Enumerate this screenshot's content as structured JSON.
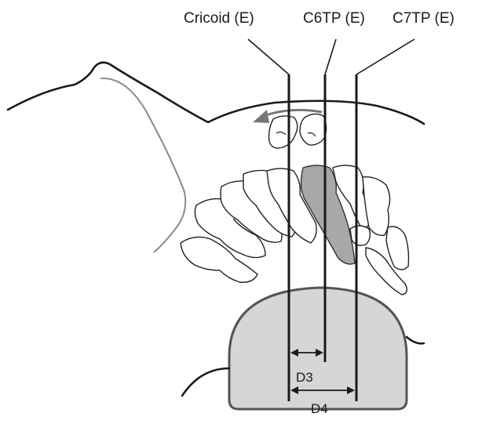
{
  "labels": {
    "cricoid": "Cricoid (E)",
    "c6tp": "C6TP (E)",
    "c7tp": "C7TP (E)",
    "d3": "D3",
    "d4": "D4"
  },
  "colors": {
    "ink": "#1a1a1a",
    "probe_fill": "#d6d6d6",
    "probe_stroke": "#555555",
    "highlight_vertebra": "#a8a8a8",
    "arrow_gray": "#777777"
  }
}
